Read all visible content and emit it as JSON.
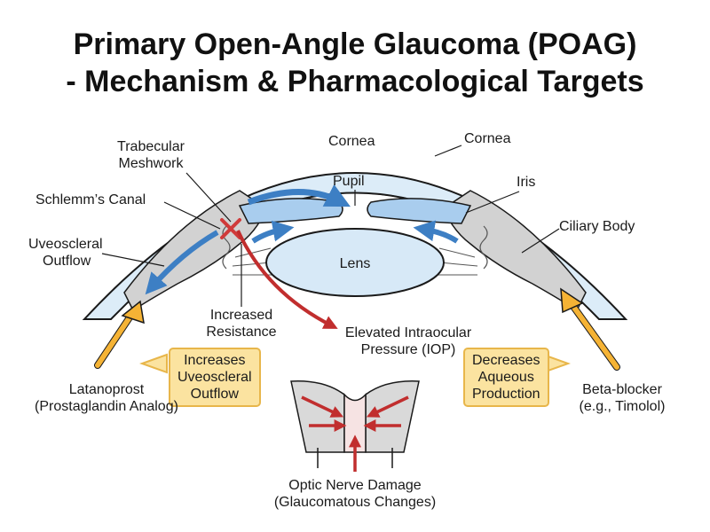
{
  "title": {
    "line1": "Primary Open-Angle Glaucoma (POAG)",
    "line2": "- Mechanism & Pharmacological Targets"
  },
  "labels": {
    "cornea_inner": "Cornea",
    "cornea_outer": "Cornea",
    "trabecular_1": "Trabecular",
    "trabecular_2": "Meshwork",
    "pupil": "Pupil",
    "iris": "Iris",
    "schlemm": "Schlemm’s Canal",
    "ciliary": "Ciliary Body",
    "uveoscleral_1": "Uveoscleral",
    "uveoscleral_2": "Outflow",
    "lens": "Lens",
    "resistance_1": "Increased",
    "resistance_2": "Resistance",
    "iop_1": "Elevated Intraocular",
    "iop_2": "Pressure (IOP)",
    "latanoprost_1": "Latanoprost",
    "latanoprost_2": "(Prostaglandin Analog)",
    "betablocker_1": "Beta-blocker",
    "betablocker_2": "(e.g., Timolol)",
    "optic_1": "Optic Nerve Damage",
    "optic_2": "(Glaucomatous Changes)"
  },
  "callouts": {
    "increases": [
      "Increases",
      "Uveoscleral",
      "Outflow"
    ],
    "decreases": [
      "Decreases",
      "Aqueous",
      "Production"
    ]
  },
  "colors": {
    "aqueous_flow": "#3d7fc4",
    "blockage": "#d03a3a",
    "drug_arrow": "#f5b335",
    "callout_fill": "#fbe3a0",
    "cornea_fill": "#dcecf8",
    "tissue_fill": "#d2d2d2"
  }
}
